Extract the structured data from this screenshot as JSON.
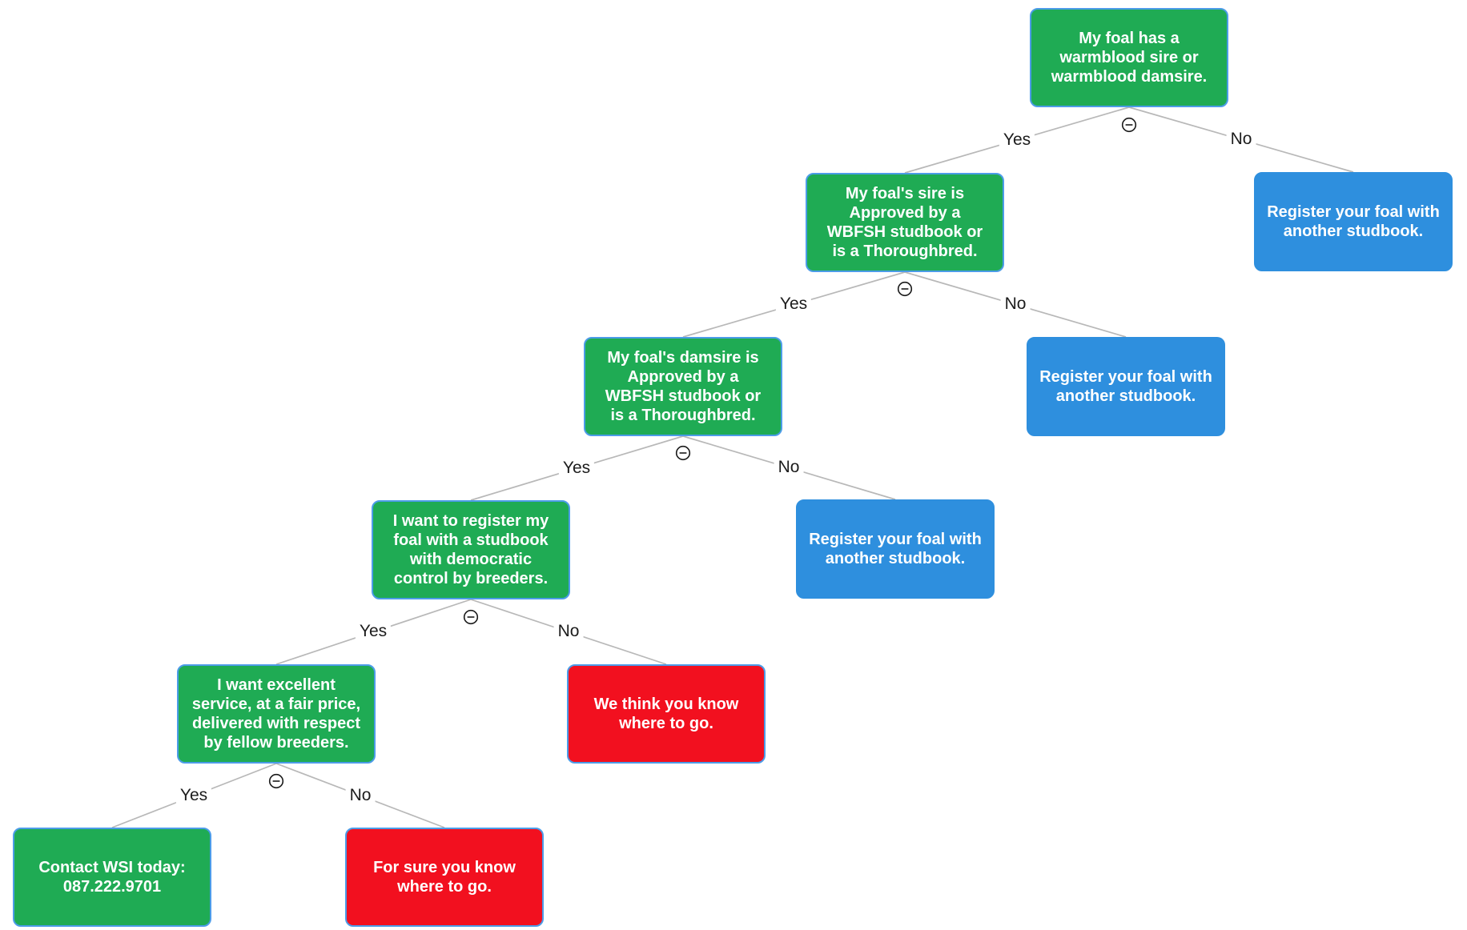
{
  "diagram": {
    "edge_labels": {
      "yes": "Yes",
      "no": "No"
    },
    "nodes": {
      "warmblood": {
        "text": "My foal has a\nwarmblood sire or\nwarmblood damsire.",
        "type": "decision"
      },
      "sire": {
        "text": "My foal's sire is\nApproved by a\nWBFSH studbook or\nis a Thoroughbred.",
        "type": "decision"
      },
      "damsire": {
        "text": "My foal's damsire is\nApproved by a\nWBFSH studbook or\nis a Thoroughbred.",
        "type": "decision"
      },
      "democratic": {
        "text": "I want to register my\nfoal with a studbook\nwith democratic\ncontrol by breeders.",
        "type": "decision"
      },
      "service": {
        "text": "I want excellent\nservice, at a fair price,\ndelivered with respect\nby fellow breeders.",
        "type": "decision"
      },
      "contact": {
        "text": "Contact WSI today:\n087.222.9701",
        "type": "outcome-positive"
      },
      "register1": {
        "text": "Register your foal with\nanother studbook.",
        "type": "outcome-neutral"
      },
      "register2": {
        "text": "Register your foal with\nanother studbook.",
        "type": "outcome-neutral"
      },
      "register3": {
        "text": "Register your foal with\nanother studbook.",
        "type": "outcome-neutral"
      },
      "think": {
        "text": "We think you know\nwhere to go.",
        "type": "outcome-negative"
      },
      "forsure": {
        "text": "For sure you know\nwhere to go.",
        "type": "outcome-negative"
      }
    },
    "colors": {
      "decision_green": "#1FAB54",
      "outcome_blue": "#2E8FDE",
      "outcome_red": "#F2101F",
      "node_border_blue": "#4C9CE8",
      "connector_gray": "#B8B8B8",
      "node_text": "#FFFFFF",
      "label_text": "#1C1C1C"
    },
    "icons": {
      "collapse": "minus-circle"
    }
  }
}
